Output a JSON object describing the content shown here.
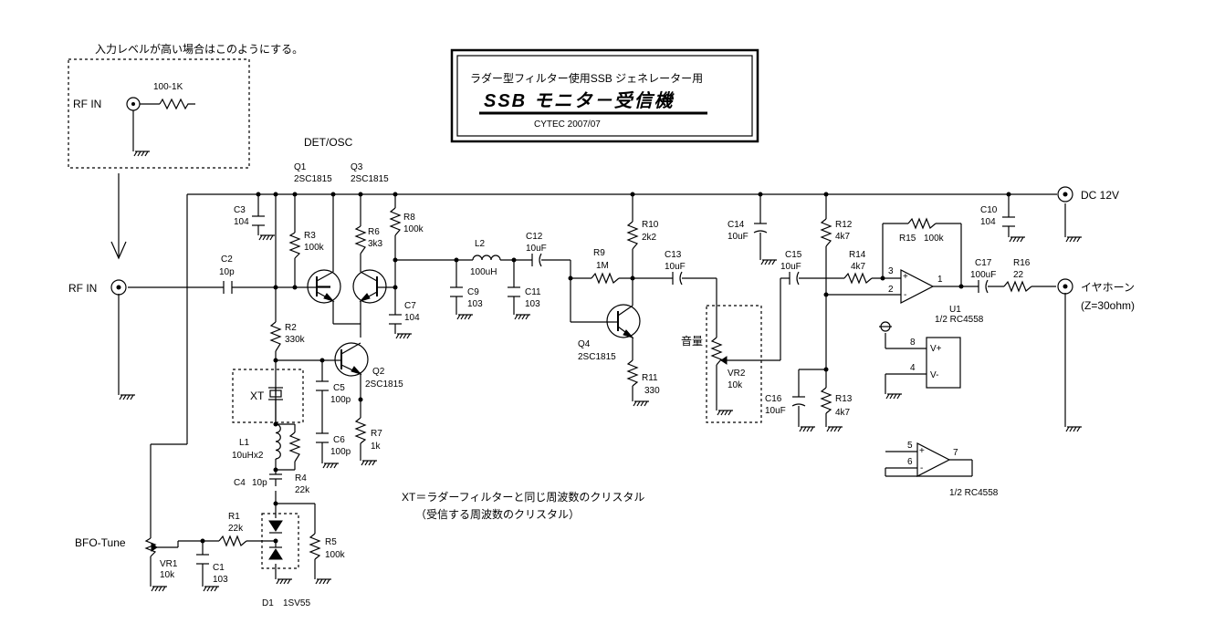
{
  "title_block": {
    "line1": "ラダー型フィルター使用SSB ジェネレーター用",
    "line2": "SSB  モニタ－受信機",
    "line3": "CYTEC 2007/07"
  },
  "notes": {
    "top_note": "入力レベルが高い場合はこのようにする。",
    "rf_in_box": "RF IN",
    "resistor_box": "100-1K",
    "xt_note1": "XT＝ラダーフィルターと同じ周波数のクリスタル",
    "xt_note2": "（受信する周波数のクリスタル）",
    "det_osc": "DET/OSC"
  },
  "ports": {
    "rf_in": "RF IN",
    "dc": "DC 12V",
    "earphone": "イヤホーン",
    "impedance": "(Z=30ohm)",
    "bfo_tune": "BFO-Tune",
    "volume": "音量"
  },
  "components": {
    "q1": [
      "Q1",
      "2SC1815"
    ],
    "q3": [
      "Q3",
      "2SC1815"
    ],
    "q2": [
      "Q2",
      "2SC1815"
    ],
    "q4": [
      "Q4",
      "2SC1815"
    ],
    "c3": [
      "C3",
      "104"
    ],
    "c2": [
      "C2",
      "10p"
    ],
    "r3": [
      "R3",
      "100k"
    ],
    "r6": [
      "R6",
      "3k3"
    ],
    "r8": [
      "R8",
      "100k"
    ],
    "c7": [
      "C7",
      "104"
    ],
    "r2": [
      "R2",
      "330k"
    ],
    "c5": [
      "C5",
      "100p"
    ],
    "c6": [
      "C6",
      "100p"
    ],
    "r7": [
      "R7",
      "1k"
    ],
    "xt": "XT",
    "l1": [
      "L1",
      "10uHx2"
    ],
    "c4": [
      "C4",
      "10p"
    ],
    "r4": [
      "R4",
      "22k"
    ],
    "r1": [
      "R1",
      "22k"
    ],
    "r5": [
      "R5",
      "100k"
    ],
    "vr1": [
      "VR1",
      "10k"
    ],
    "c1": [
      "C1",
      "103"
    ],
    "d1": [
      "D1",
      "1SV55"
    ],
    "l2": [
      "L2",
      "100uH"
    ],
    "c9": [
      "C9",
      "103"
    ],
    "c11": [
      "C11",
      "103"
    ],
    "c12": [
      "C12",
      "10uF"
    ],
    "r9": [
      "R9",
      "1M"
    ],
    "r10": [
      "R10",
      "2k2"
    ],
    "r11": [
      "R11",
      "330"
    ],
    "c13": [
      "C13",
      "10uF"
    ],
    "vr2": [
      "VR2",
      "10k"
    ],
    "c14": [
      "C14",
      "10uF"
    ],
    "c15": [
      "C15",
      "10uF"
    ],
    "r12": [
      "R12",
      "4k7"
    ],
    "r13": [
      "R13",
      "4k7"
    ],
    "r14": [
      "R14",
      "4k7"
    ],
    "c16": [
      "C16",
      "10uF"
    ],
    "r15": [
      "R15",
      "100k"
    ],
    "u1": [
      "U1",
      "1/2 RC4558"
    ],
    "c17": [
      "C17",
      "100uF"
    ],
    "r16": [
      "R16",
      "22"
    ],
    "c10": [
      "C10",
      "104"
    ],
    "u1b": "1/2 RC4558",
    "pins": {
      "p1": "1",
      "p2": "2",
      "p3": "3",
      "p4": "4",
      "p5": "5",
      "p6": "6",
      "p7": "7",
      "p8": "8"
    },
    "supply": {
      "vplus": "V+",
      "vminus": "V-"
    },
    "signs": {
      "plus": "+",
      "minus": "-"
    }
  }
}
